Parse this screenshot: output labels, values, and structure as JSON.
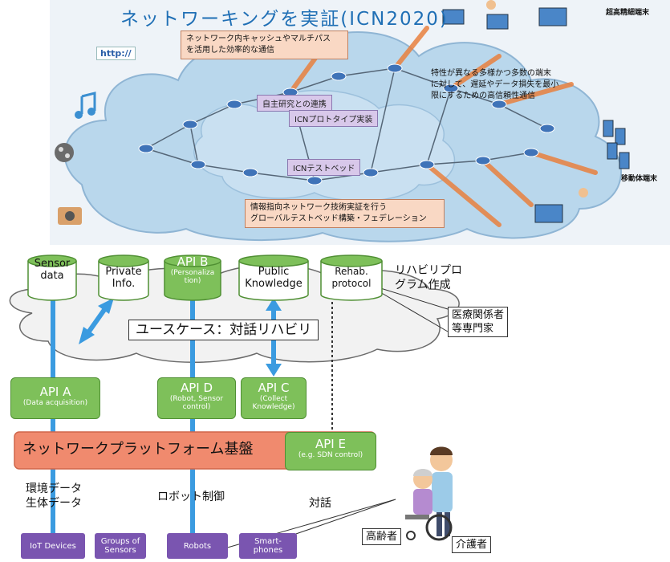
{
  "top": {
    "title": "ネットワーキングを実証(ICN2020)",
    "http_label": "http://",
    "note_cache_l1": "ネットワーク内キャッシュやマルチパス",
    "note_cache_l2": "を活用した効率的な通信",
    "note_rel_l1": "特性が異なる多様かつ多数の端末",
    "note_rel_l2": "に対して、遅延やデータ損失を最小",
    "note_rel_l3": "限にするための高信頼性通信",
    "note_testbed_l1": "情報指向ネットワーク技術実証を行う",
    "note_testbed_l2": "グローバルテストベッド構築・フェデレーション",
    "proto_self": "自主研究との連携",
    "proto_impl": "ICNプロトタイプ実装",
    "proto_testbed": "ICNテストベッド",
    "label_hd": "超高精細端末",
    "label_mobile": "移動体端末"
  },
  "cylinders": {
    "sensor": {
      "l1": "Sensor",
      "l2": "data"
    },
    "private": {
      "l1": "Private",
      "l2": "Info."
    },
    "apib": {
      "title": "API B",
      "s1": "(Personaliza",
      "s2": "tion)"
    },
    "public": {
      "l1": "Public",
      "l2": "Knowledge"
    },
    "rehab": {
      "l1": "Rehab.",
      "l2": "protocol"
    }
  },
  "rehab_prog": {
    "l1": "リハビリプロ",
    "l2": "グラム作成"
  },
  "expert": {
    "l1": "医療関係者",
    "l2": "等専門家"
  },
  "usecase": "ユースケース：対話リハビリ",
  "apis": {
    "a": {
      "title": "API A",
      "sub": "(Data acquisition)"
    },
    "d": {
      "title": "API D",
      "s1": "(Robot, Sensor",
      "s2": "control)"
    },
    "c": {
      "title": "API C",
      "s1": "(Collect",
      "s2": "Knowledge)"
    },
    "e": {
      "title": "API E",
      "sub": "(e.g. SDN control)"
    }
  },
  "platform": "ネットワークプラットフォーム基盤",
  "env_data": {
    "l1": "環境データ",
    "l2": "生体データ"
  },
  "robot_ctrl": "ロボット制御",
  "dialog": "対話",
  "devices": {
    "iot": "IoT Devices",
    "groups_l1": "Groups of",
    "groups_l2": "Sensors",
    "robots": "Robots",
    "smart_l1": "Smart-",
    "smart_l2": "phones"
  },
  "elderly": "高齢者",
  "caregiver": "介護者",
  "colors": {
    "api_green": "#7ec05a",
    "platform_salmon": "#f08a6e",
    "device_purple": "#7a55b0",
    "link_blue": "#3b9be0"
  }
}
